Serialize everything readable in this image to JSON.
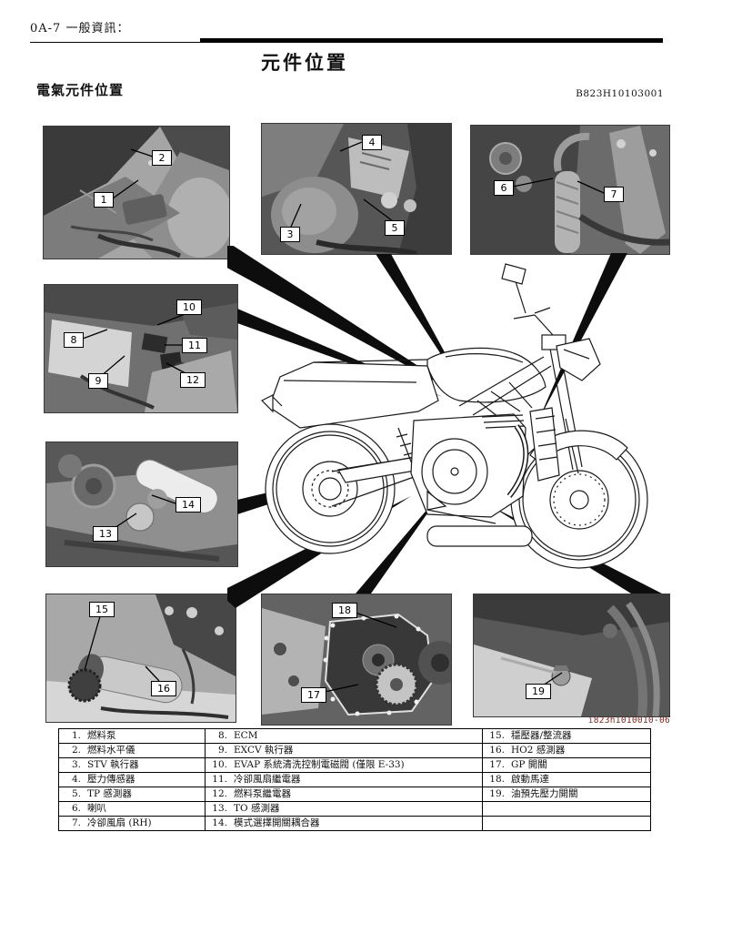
{
  "page": {
    "header": "0A-7 一般資訊：",
    "title": "元件位置",
    "subtitle": "電氣元件位置",
    "doc_code": "B823H10103001",
    "figure_caption": "i823h1010010-06"
  },
  "colors": {
    "caption_red": "#8b2015",
    "rule_black": "#000000",
    "wedge_black": "#0d0d0d"
  },
  "callouts": [
    "1",
    "2",
    "3",
    "4",
    "5",
    "6",
    "7",
    "8",
    "9",
    "10",
    "11",
    "12",
    "13",
    "14",
    "15",
    "16",
    "17",
    "18",
    "19"
  ],
  "legend": {
    "columns": [
      [
        {
          "num": "1.",
          "label": "燃料泵"
        },
        {
          "num": "2.",
          "label": "燃料水平儀"
        },
        {
          "num": "3.",
          "label": "STV 執行器"
        },
        {
          "num": "4.",
          "label": "壓力傳感器"
        },
        {
          "num": "5.",
          "label": "TP 感測器"
        },
        {
          "num": "6.",
          "label": "喇叭"
        },
        {
          "num": "7.",
          "label": "冷卻風扇 (RH)"
        }
      ],
      [
        {
          "num": "8.",
          "label": "ECM"
        },
        {
          "num": "9.",
          "label": "EXCV 執行器"
        },
        {
          "num": "10.",
          "label": "EVAP 系統清洗控制電磁閥 (僅限 E-33)"
        },
        {
          "num": "11.",
          "label": "冷卻風扇繼電器"
        },
        {
          "num": "12.",
          "label": "燃料泵繼電器"
        },
        {
          "num": "13.",
          "label": "TO 感測器"
        },
        {
          "num": "14.",
          "label": "模式選擇開關耦合器"
        }
      ],
      [
        {
          "num": "15.",
          "label": "穩壓器/整流器"
        },
        {
          "num": "16.",
          "label": "HO2 感測器"
        },
        {
          "num": "17.",
          "label": "GP 開關"
        },
        {
          "num": "18.",
          "label": "啟動馬達"
        },
        {
          "num": "19.",
          "label": "油預先壓力開關"
        },
        {
          "num": "",
          "label": ""
        },
        {
          "num": "",
          "label": ""
        }
      ]
    ]
  }
}
